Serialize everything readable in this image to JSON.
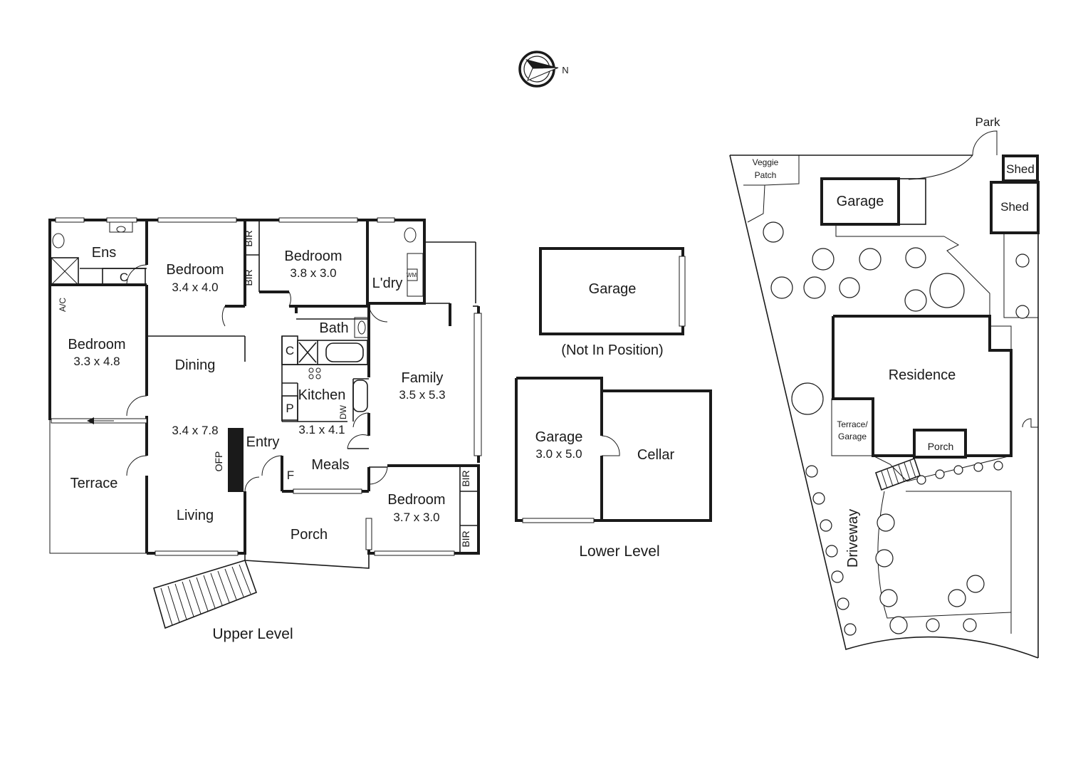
{
  "compass": {
    "north_label": "N"
  },
  "upper": {
    "title": "Upper Level",
    "rooms": {
      "ens": "Ens",
      "ens_cupboard": "C",
      "ac": "A/C",
      "bed_nw": "Bedroom",
      "bed_nw_dim": "3.4 x 4.0",
      "bir_1": "BIR",
      "bir_2": "BIR",
      "bed_n": "Bedroom",
      "bed_n_dim": "3.8 x 3.0",
      "ldry": "L'dry",
      "wm": "WM",
      "bed_w": "Bedroom",
      "bed_w_dim": "3.3 x 4.8",
      "bath": "Bath",
      "bath_cupboard": "C",
      "dining": "Dining",
      "kitchen": "Kitchen",
      "kitchen_dim": "3.1 x 4.1",
      "pantry": "P",
      "dw": "DW",
      "family": "Family",
      "family_dim": "3.5 x 5.3",
      "living_dim": "3.4 x 7.8",
      "entry": "Entry",
      "ofp": "OFP",
      "meals": "Meals",
      "fridge": "F",
      "terrace": "Terrace",
      "living": "Living",
      "porch": "Porch",
      "bed_s": "Bedroom",
      "bed_s_dim": "3.7 x 3.0",
      "bir_3": "BIR",
      "bir_4": "BIR"
    }
  },
  "lower": {
    "title": "Lower Level",
    "garage_np": "Garage",
    "not_in_position": "(Not In Position)",
    "garage": "Garage",
    "garage_dim": "3.0 x 5.0",
    "cellar": "Cellar"
  },
  "site": {
    "park": "Park",
    "veggie_1": "Veggie",
    "veggie_2": "Patch",
    "shed_1": "Shed",
    "shed_2": "Shed",
    "garage": "Garage",
    "residence": "Residence",
    "terrace_1": "Terrace/",
    "terrace_2": "Garage",
    "porch": "Porch",
    "driveway": "Driveway"
  }
}
